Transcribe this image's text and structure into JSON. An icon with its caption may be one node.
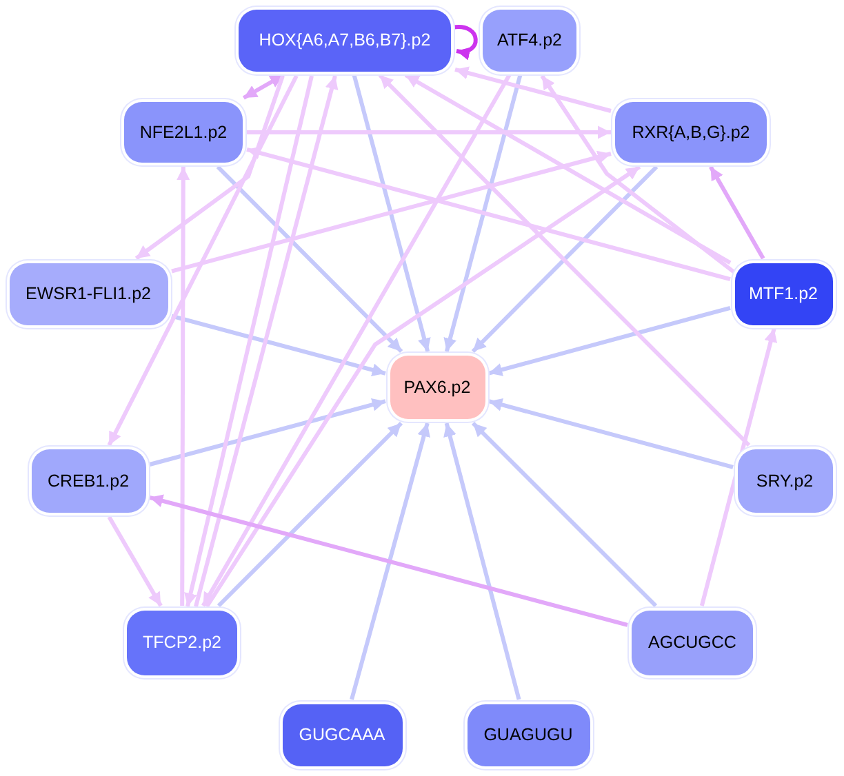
{
  "diagram": {
    "nodes": [
      {
        "text": [
          "HOX{A6,A7,B6,B7}.p2"
        ]
      },
      {
        "text": [
          "ATF4.p2"
        ]
      },
      {
        "text": [
          "NFE2L1.p2"
        ]
      },
      {
        "text": [
          "RXR{A,B,G}.p2"
        ]
      },
      {
        "text": [
          "EWSR1-FLI1.p2"
        ]
      },
      {
        "text": [
          "MTF1.p2"
        ]
      },
      {
        "text": [
          "PAX6.p2"
        ]
      },
      {
        "text": [
          "CREB1.p2"
        ]
      },
      {
        "text": [
          "SRY.p2"
        ]
      },
      {
        "text": [
          "TFCP2.p2"
        ]
      },
      {
        "text": [
          "AGCUGCC"
        ]
      },
      {
        "text": [
          "GUGCAAA"
        ]
      },
      {
        "text": [
          "GUAGUGU"
        ]
      }
    ],
    "edges": [
      {
        "from": 0,
        "to": 6,
        "arrow": "to",
        "color": "#c5c9fb"
      },
      {
        "from": 1,
        "to": 6,
        "arrow": "to",
        "color": "#c5c9fb"
      },
      {
        "from": 2,
        "to": 6,
        "arrow": "to",
        "color": "#c5c9fb"
      },
      {
        "from": 3,
        "to": 6,
        "arrow": "to",
        "color": "#c5c9fb"
      },
      {
        "from": 4,
        "to": 6,
        "arrow": "to",
        "color": "#c5c9fb"
      },
      {
        "from": 5,
        "to": 6,
        "arrow": "to",
        "color": "#c5c9fb"
      },
      {
        "from": 7,
        "to": 6,
        "arrow": "to",
        "color": "#c5c9fb"
      },
      {
        "from": 8,
        "to": 6,
        "arrow": "to",
        "color": "#c5c9fb"
      },
      {
        "from": 9,
        "to": 6,
        "arrow": "to",
        "color": "#c5c9fb"
      },
      {
        "from": 10,
        "to": 6,
        "arrow": "to",
        "color": "#c5c9fb"
      },
      {
        "from": 11,
        "to": 6,
        "arrow": "to",
        "color": "#c5c9fb"
      },
      {
        "from": 12,
        "to": 6,
        "arrow": "to",
        "color": "#c5c9fb"
      },
      {
        "from": 0,
        "to": 0,
        "arrow": "to",
        "color": "#cc33ee"
      },
      {
        "from": 0,
        "to": 2,
        "arrow": "both",
        "color": "#e2a8f9"
      },
      {
        "from": 0,
        "to": 4,
        "arrow": "to"
      },
      {
        "from": 0,
        "to": 7,
        "arrow": "to"
      },
      {
        "from": 0,
        "to": 9,
        "arrow": "to"
      },
      {
        "from": 1,
        "to": 9,
        "arrow": "to"
      },
      {
        "from": 9,
        "to": 0,
        "arrow": "to"
      },
      {
        "from": 9,
        "to": 2,
        "arrow": "to"
      },
      {
        "from": 9,
        "to": 3,
        "arrow": "to"
      },
      {
        "from": 2,
        "to": 3,
        "arrow": "to"
      },
      {
        "from": 4,
        "to": 3,
        "arrow": "to"
      },
      {
        "from": 7,
        "to": 9,
        "arrow": "to"
      },
      {
        "from": 10,
        "to": 7,
        "arrow": "to",
        "color": "#e2a8f9"
      },
      {
        "from": 10,
        "to": 5,
        "arrow": "to"
      },
      {
        "from": 8,
        "to": 0,
        "arrow": "to"
      },
      {
        "from": 5,
        "to": 2,
        "arrow": "to"
      },
      {
        "from": 5,
        "to": 0,
        "arrow": "to"
      },
      {
        "from": 5,
        "to": 1,
        "arrow": "to"
      },
      {
        "from": 5,
        "to": 3,
        "arrow": "to",
        "color": "#e2a8f9"
      },
      {
        "from": 3,
        "to": 0,
        "arrow": "to"
      }
    ]
  }
}
